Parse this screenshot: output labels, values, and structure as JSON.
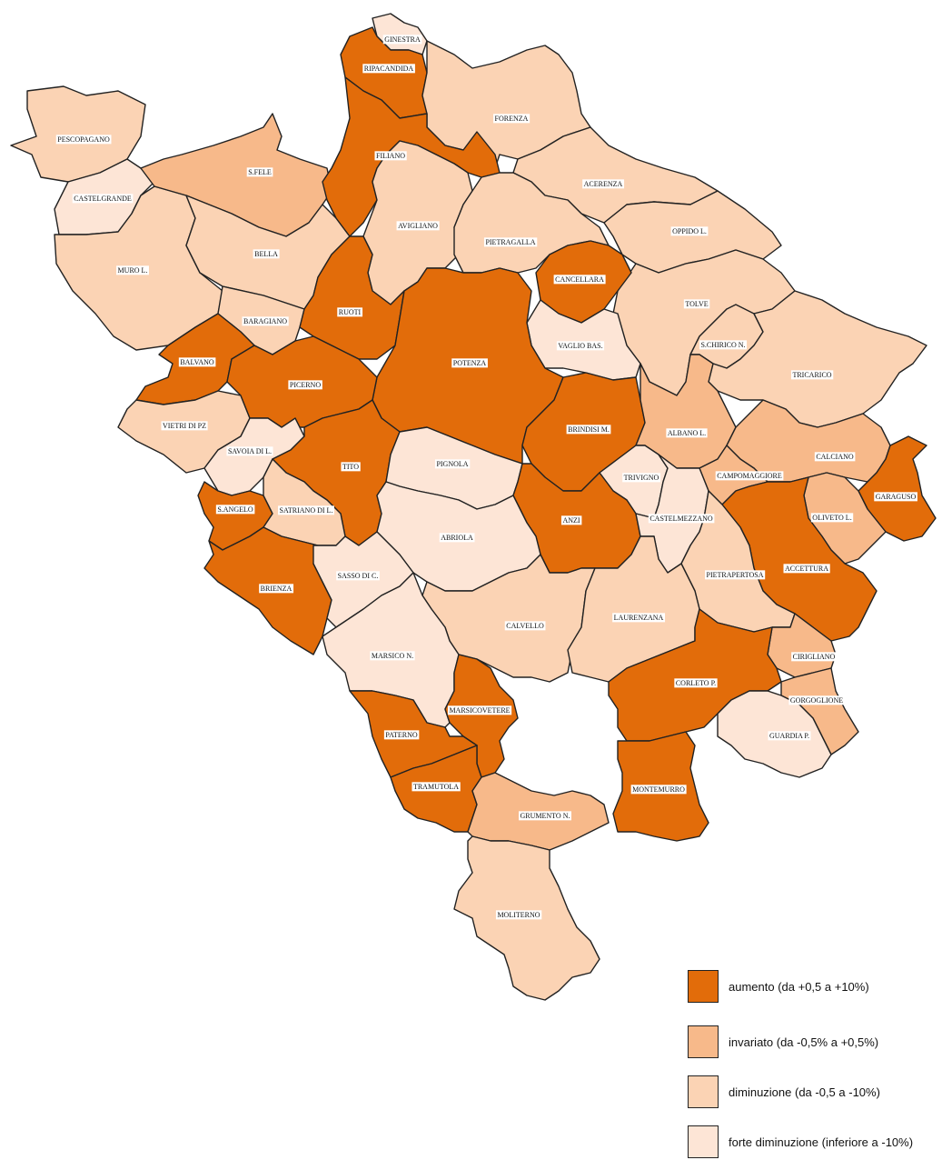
{
  "colors": {
    "aumento": "#E26C0A",
    "invariato": "#F7B98A",
    "diminuzione": "#FBD3B4",
    "forte_diminuzione": "#FDE5D6",
    "border": "#222222"
  },
  "legend": {
    "items": [
      {
        "class": "aumento",
        "label": "aumento (da +0,5 a +10%)"
      },
      {
        "class": "invariato",
        "label": "invariato (da -0,5% a +0,5%)"
      },
      {
        "class": "diminuzione",
        "label": "diminuzione (da -0,5 a -10%)"
      },
      {
        "class": "forte_diminuzione",
        "label": "forte diminuzione (inferiore a -10%)"
      }
    ]
  },
  "municipalities": [
    {
      "id": "ginestra",
      "name": "GINESTRA",
      "class": "forte_diminuzione"
    },
    {
      "id": "ripacandida",
      "name": "RIPACANDIDA",
      "class": "aumento"
    },
    {
      "id": "forenza",
      "name": "FORENZA",
      "class": "diminuzione"
    },
    {
      "id": "pescopagano",
      "name": "PESCOPAGANO",
      "class": "diminuzione"
    },
    {
      "id": "filiano",
      "name": "FILIANO",
      "class": "aumento"
    },
    {
      "id": "s-fele",
      "name": "S.FELE",
      "class": "invariato"
    },
    {
      "id": "castelgrande",
      "name": "CASTELGRANDE",
      "class": "forte_diminuzione"
    },
    {
      "id": "acerenza",
      "name": "ACERENZA",
      "class": "diminuzione"
    },
    {
      "id": "avigliano",
      "name": "AVIGLIANO",
      "class": "diminuzione"
    },
    {
      "id": "oppido-l",
      "name": "OPPIDO L.",
      "class": "diminuzione"
    },
    {
      "id": "bella",
      "name": "BELLA",
      "class": "diminuzione"
    },
    {
      "id": "pietragalla",
      "name": "PIETRAGALLA",
      "class": "diminuzione"
    },
    {
      "id": "muro-l",
      "name": "MURO L.",
      "class": "diminuzione"
    },
    {
      "id": "cancellara",
      "name": "CANCELLARA",
      "class": "aumento"
    },
    {
      "id": "tolve",
      "name": "TOLVE",
      "class": "diminuzione"
    },
    {
      "id": "ruoti",
      "name": "RUOTI",
      "class": "aumento"
    },
    {
      "id": "baragiano",
      "name": "BARAGIANO",
      "class": "diminuzione"
    },
    {
      "id": "vaglio-bas",
      "name": "VAGLIO BAS.",
      "class": "forte_diminuzione"
    },
    {
      "id": "s-chirico-n",
      "name": "S.CHIRICO N.",
      "class": "diminuzione"
    },
    {
      "id": "balvano",
      "name": "BALVANO",
      "class": "aumento"
    },
    {
      "id": "potenza",
      "name": "POTENZA",
      "class": "aumento"
    },
    {
      "id": "tricarico",
      "name": "TRICARICO",
      "class": "diminuzione"
    },
    {
      "id": "picerno",
      "name": "PICERNO",
      "class": "aumento"
    },
    {
      "id": "vietri-di-pz",
      "name": "VIETRI DI PZ",
      "class": "diminuzione"
    },
    {
      "id": "brindisi-m",
      "name": "BRINDISI M.",
      "class": "aumento"
    },
    {
      "id": "albano-l",
      "name": "ALBANO L.",
      "class": "invariato"
    },
    {
      "id": "savoia-di-l",
      "name": "SAVOIA DI L.",
      "class": "forte_diminuzione"
    },
    {
      "id": "calciano",
      "name": "CALCIANO",
      "class": "invariato"
    },
    {
      "id": "tito",
      "name": "TITO",
      "class": "aumento"
    },
    {
      "id": "pignola",
      "name": "PIGNOLA",
      "class": "forte_diminuzione"
    },
    {
      "id": "trivigno",
      "name": "TRIVIGNO",
      "class": "forte_diminuzione"
    },
    {
      "id": "campomaggiore",
      "name": "CAMPOMAGGIORE",
      "class": "invariato"
    },
    {
      "id": "garaguso",
      "name": "GARAGUSO",
      "class": "aumento"
    },
    {
      "id": "s-angelo",
      "name": "S.ANGELO",
      "class": "aumento"
    },
    {
      "id": "satriano-di-l",
      "name": "SATRIANO DI L.",
      "class": "diminuzione"
    },
    {
      "id": "anzi",
      "name": "ANZI",
      "class": "aumento"
    },
    {
      "id": "castelmezzano",
      "name": "CASTELMEZZANO",
      "class": "forte_diminuzione"
    },
    {
      "id": "oliveto-l",
      "name": "OLIVETO L.",
      "class": "invariato"
    },
    {
      "id": "abriola",
      "name": "ABRIOLA",
      "class": "forte_diminuzione"
    },
    {
      "id": "accettura",
      "name": "ACCETTURA",
      "class": "aumento"
    },
    {
      "id": "brienza",
      "name": "BRIENZA",
      "class": "aumento"
    },
    {
      "id": "sasso-di-c",
      "name": "SASSO DI C.",
      "class": "forte_diminuzione"
    },
    {
      "id": "pietrapertosa",
      "name": "PIETRAPERTOSA",
      "class": "diminuzione"
    },
    {
      "id": "calvello",
      "name": "CALVELLO",
      "class": "diminuzione"
    },
    {
      "id": "laurenzana",
      "name": "LAURENZANA",
      "class": "diminuzione"
    },
    {
      "id": "marsico-n",
      "name": "MARSICO N.",
      "class": "forte_diminuzione"
    },
    {
      "id": "cirigliano",
      "name": "CIRIGLIANO",
      "class": "invariato"
    },
    {
      "id": "corleto-p",
      "name": "CORLETO P.",
      "class": "aumento"
    },
    {
      "id": "marsicovetere",
      "name": "MARSICOVETERE",
      "class": "aumento"
    },
    {
      "id": "gorgoglione",
      "name": "GORGOGLIONE",
      "class": "invariato"
    },
    {
      "id": "guardia-p",
      "name": "GUARDIA P.",
      "class": "forte_diminuzione"
    },
    {
      "id": "paterno",
      "name": "PATERNO",
      "class": "aumento"
    },
    {
      "id": "montemurro",
      "name": "MONTEMURRO",
      "class": "aumento"
    },
    {
      "id": "tramutola",
      "name": "TRAMUTOLA",
      "class": "aumento"
    },
    {
      "id": "grumento-n",
      "name": "GRUMENTO N.",
      "class": "invariato"
    },
    {
      "id": "moliterno",
      "name": "MOLITERNO",
      "class": "diminuzione"
    }
  ]
}
